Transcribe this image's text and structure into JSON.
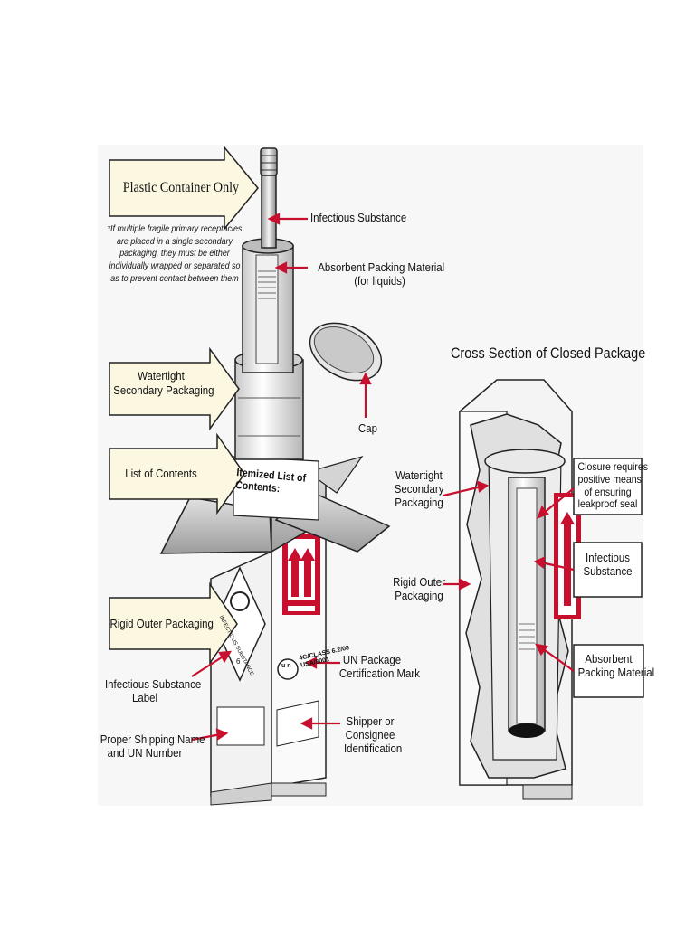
{
  "callouts": {
    "plastic_container": "Plastic Container Only",
    "watertight_secondary": [
      "Watertight",
      "Secondary Packaging"
    ],
    "list_of_contents": "List of Contents",
    "rigid_outer": "Rigid Outer Packaging"
  },
  "note": [
    "*If multiple fragile primary receptacles",
    "are placed in a single secondary",
    "packaging, they must be either",
    "individually wrapped or separated so",
    "as to prevent contact between them"
  ],
  "labels": {
    "infectious_substance": "Infectious Substance",
    "absorbent_packing": [
      "Absorbent Packing Material",
      "(for liquids)"
    ],
    "cap": "Cap",
    "un_package_mark": [
      "UN Package",
      "Certification Mark"
    ],
    "shipper_consignee": [
      "Shipper or",
      "Consignee",
      "Identification"
    ],
    "infectious_substance_label": [
      "Infectious Substance",
      "Label"
    ],
    "proper_shipping_name": [
      "Proper Shipping Name",
      "and UN Number"
    ]
  },
  "box_text": {
    "itemized_list": [
      "Itemized List of",
      "Contents:"
    ],
    "diamond_label": "INFECTIOUS SUBSTANCE",
    "diamond_class": "6",
    "un_mark": [
      "4G/CLASS 6.2/08",
      "USA/8001"
    ],
    "un_symbol": "u n"
  },
  "cross_section": {
    "title": "Cross Section of Closed Package",
    "watertight_secondary": [
      "Watertight",
      "Secondary",
      "Packaging"
    ],
    "rigid_outer": [
      "Rigid Outer",
      "Packaging"
    ],
    "closure_box": [
      "Closure requires",
      "positive means",
      "of ensuring",
      "leakproof seal"
    ],
    "infectious_box": [
      "Infectious",
      "Substance"
    ],
    "absorbent_box": [
      "Absorbent",
      "Packing Material"
    ]
  },
  "colors": {
    "arrow_fill": "#fbf7e1",
    "pointer_red": "#c8102e",
    "outline": "#222222",
    "box_fill": "#ffffff"
  }
}
